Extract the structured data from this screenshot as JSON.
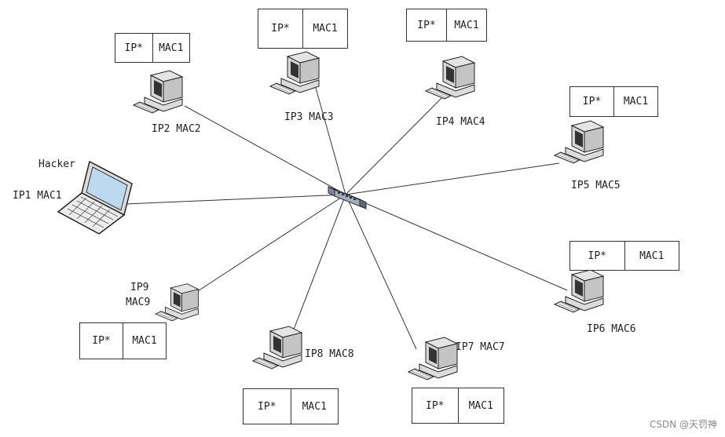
{
  "hacker_label": "Hacker",
  "watermark": "CSDN @天罚神",
  "hosts": [
    {
      "id": "hacker",
      "label": "IP1 MAC1"
    },
    {
      "id": "h2",
      "label": "IP2 MAC2",
      "table": {
        "ip": "IP*",
        "mac": "MAC1"
      }
    },
    {
      "id": "h3",
      "label": "IP3 MAC3",
      "table": {
        "ip": "IP*",
        "mac": "MAC1"
      }
    },
    {
      "id": "h4",
      "label": "IP4 MAC4",
      "table": {
        "ip": "IP*",
        "mac": "MAC1"
      }
    },
    {
      "id": "h5",
      "label": "IP5 MAC5",
      "table": {
        "ip": "IP*",
        "mac": "MAC1"
      }
    },
    {
      "id": "h6",
      "label": "IP6 MAC6",
      "table": {
        "ip": "IP*",
        "mac": "MAC1"
      }
    },
    {
      "id": "h7",
      "label": "IP7 MAC7",
      "table": {
        "ip": "IP*",
        "mac": "MAC1"
      }
    },
    {
      "id": "h8",
      "label": "IP8 MAC8",
      "table": {
        "ip": "IP*",
        "mac": "MAC1"
      }
    },
    {
      "id": "h9",
      "label_line1": "IP9",
      "label_line2": "MAC9",
      "table": {
        "ip": "IP*",
        "mac": "MAC1"
      }
    }
  ]
}
